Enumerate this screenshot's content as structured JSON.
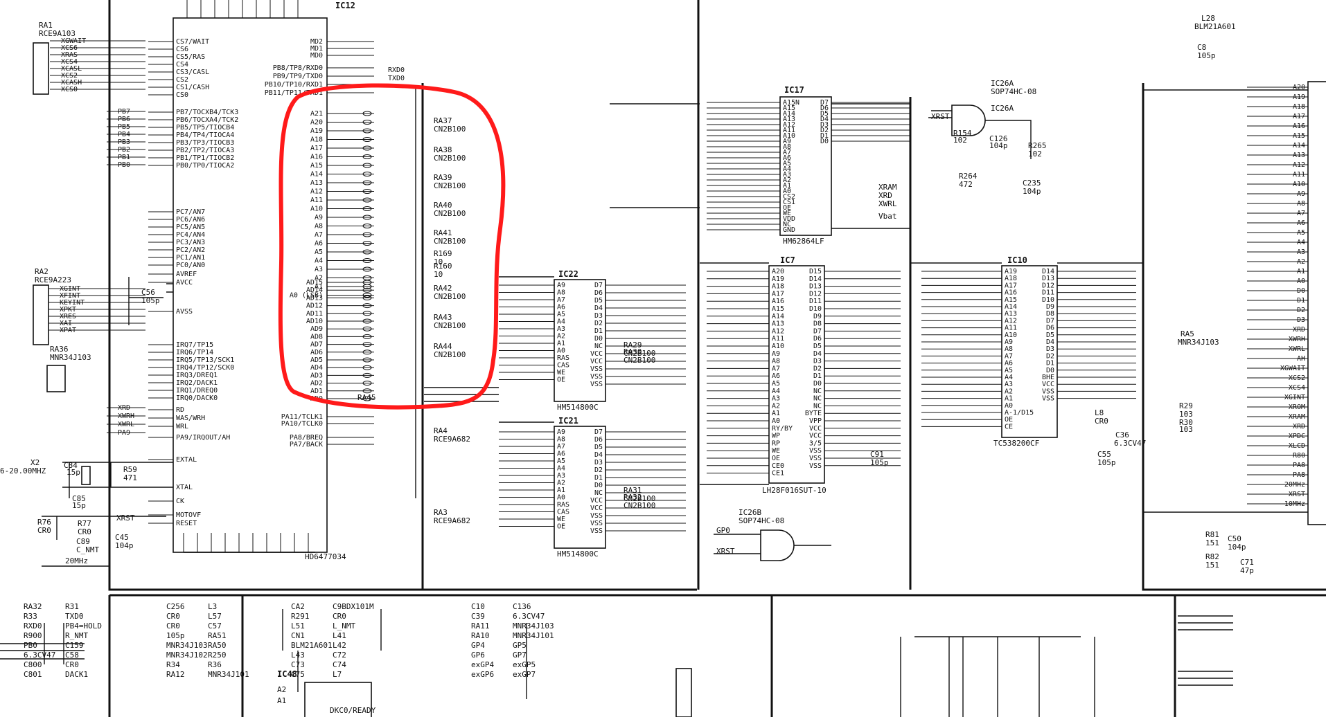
{
  "components": {
    "ic12": {
      "ref": "IC12",
      "part": "HD6477034",
      "left_pins": [
        "CS7/WAIT",
        "CS6",
        "CS5/RAS",
        "CS4",
        "CS3/CASL",
        "CS2",
        "CS1/CASH",
        "CS0",
        "PB7/TOCXB4/TCK3",
        "PB6/TOCXA4/TCK2",
        "PB5/TP5/TIOCB4",
        "PB4/TP4/TIOCA4",
        "PB3/TP3/TIOCB3",
        "PB2/TP2/TIOCA3",
        "PB1/TP1/TIOCB2",
        "PB0/TP0/TIOCA2",
        "PC7/AN7",
        "PC6/AN6",
        "PC5/AN5",
        "PC4/AN4",
        "PC3/AN3",
        "PC2/AN2",
        "PC1/AN1",
        "PC0/AN0",
        "AVREF",
        "AVCC",
        "AVSS",
        "IRQ7/TP15",
        "IRQ6/TP14",
        "IRQ5/TP13/SCK1",
        "IRQ4/TP12/SCK0",
        "IRQ3/DREQ1",
        "IRQ2/DACK1",
        "IRQ1/DREQ0",
        "IRQ0/DACK0",
        "RD",
        "WAS/WRH",
        "WRL",
        "PA9/IRQOUT/AH",
        "EXTAL",
        "XTAL",
        "CK",
        "MOTOVF",
        "RESET"
      ],
      "right_pins": [
        "MD2",
        "MD1",
        "MD0",
        "PB8/TP8/RXD0",
        "PB9/TP9/TXD0",
        "PB10/TP10/RXD1",
        "PB11/TP11/TXD1",
        "A21",
        "A20",
        "A19",
        "A18",
        "A17",
        "A16",
        "A15",
        "A14",
        "A13",
        "A12",
        "A11",
        "A10",
        "A9",
        "A8",
        "A7",
        "A6",
        "A5",
        "A4",
        "A3",
        "A2",
        "A1",
        "A0 (LSB)",
        "AD15",
        "AD14",
        "AD13",
        "AD12",
        "AD11",
        "AD10",
        "AD9",
        "AD8",
        "AD7",
        "AD6",
        "AD5",
        "AD4",
        "AD3",
        "AD2",
        "AD1",
        "AD0",
        "PA11/TCLK1",
        "PA10/TCLK0",
        "PA8/BREQ",
        "PA7/BACK"
      ]
    },
    "ic17": {
      "ref": "IC17",
      "part": "HM62864LF",
      "pins": [
        "A15N",
        "A15",
        "A14",
        "A13",
        "A12",
        "A11",
        "A10",
        "A9",
        "A8",
        "A7",
        "A6",
        "A5",
        "A4",
        "A3",
        "A2",
        "A1",
        "A0",
        "CS2",
        "CS1",
        "OE",
        "WE",
        "VDD",
        "NC",
        "GND"
      ],
      "data_pins": [
        "D7",
        "D6",
        "D5",
        "D4",
        "D3",
        "D2",
        "D1",
        "D0"
      ]
    },
    "ic22": {
      "ref": "IC22",
      "part": "HM514800C",
      "pins": [
        "A9",
        "A8",
        "A7",
        "A6",
        "A5",
        "A4",
        "A3",
        "A2",
        "A1",
        "A0",
        "RAS",
        "CAS",
        "WE",
        "OE"
      ],
      "data_pins": [
        "D7",
        "D6",
        "D5",
        "D4",
        "D3",
        "D2",
        "D1",
        "D0",
        "NC",
        "VCC",
        "VCC",
        "VSS",
        "VSS",
        "VSS"
      ]
    },
    "ic21": {
      "ref": "IC21",
      "part": "HM514800C"
    },
    "ic7": {
      "ref": "IC7",
      "part": "LH28F016SUT-10",
      "pins": [
        "A20",
        "A19",
        "A18",
        "A17",
        "A16",
        "A15",
        "A14",
        "A13",
        "A12",
        "A11",
        "A10",
        "A9",
        "A8",
        "A7",
        "A6",
        "A5",
        "A4",
        "A3",
        "A2",
        "A1",
        "A0",
        "RY/BY",
        "WP",
        "RP",
        "WE",
        "OE",
        "CE0",
        "CE1"
      ],
      "data_pins": [
        "D15",
        "D14",
        "D13",
        "D12",
        "D11",
        "D10",
        "D9",
        "D8",
        "D7",
        "D6",
        "D5",
        "D4",
        "D3",
        "D2",
        "D1",
        "D0",
        "NC",
        "NC",
        "NC",
        "BYTE",
        "VPP",
        "VCC",
        "VCC",
        "3/5",
        "VSS",
        "VSS",
        "VSS"
      ]
    },
    "ic10": {
      "ref": "IC10",
      "part": "TC538200CF",
      "pins": [
        "A19",
        "A18",
        "A17",
        "A16",
        "A15",
        "A14",
        "A13",
        "A12",
        "A11",
        "A10",
        "A9",
        "A8",
        "A7",
        "A6",
        "A5",
        "A4",
        "A3",
        "A2",
        "A1",
        "A0",
        "A-1/D15",
        "OE",
        "CE"
      ],
      "data_pins": [
        "D14",
        "D13",
        "D12",
        "D11",
        "D10",
        "D9",
        "D8",
        "D7",
        "D6",
        "D5",
        "D4",
        "D3",
        "D2",
        "D1",
        "D0",
        "BHE",
        "VCC",
        "VSS",
        "VSS"
      ]
    },
    "ic26a": {
      "ref": "IC26A",
      "part": "SOP74HC-08"
    },
    "ic26b": {
      "ref": "IC26B",
      "part": "SOP74HC-08"
    },
    "ic48": {
      "ref": "IC48",
      "pins": [
        "A2",
        "A1",
        "DKC0/READY"
      ]
    },
    "ra_networks": [
      {
        "ref": "RA37",
        "part": "CN2B100"
      },
      {
        "ref": "RA38",
        "part": "CN2B100"
      },
      {
        "ref": "RA39",
        "part": "CN2B100"
      },
      {
        "ref": "RA40",
        "part": "CN2B100"
      },
      {
        "ref": "RA41",
        "part": "CN2B100"
      },
      {
        "ref": "R169",
        "part": "10"
      },
      {
        "ref": "R160",
        "part": "10"
      },
      {
        "ref": "RA42",
        "part": "CN2B100"
      },
      {
        "ref": "RA43",
        "part": "CN2B100"
      },
      {
        "ref": "RA44",
        "part": "CN2B100"
      },
      {
        "ref": "RA45",
        "part": ""
      },
      {
        "ref": "RA4",
        "part": "RCE9A682"
      },
      {
        "ref": "RA3",
        "part": "RCE9A682"
      },
      {
        "ref": "RA29",
        "part": "CN2B100"
      },
      {
        "ref": "RA30",
        "part": "CN2B100"
      },
      {
        "ref": "RA31",
        "part": "CN2B100"
      },
      {
        "ref": "RA32",
        "part": "CN2B100"
      }
    ],
    "left_parts": {
      "ra1": "RA1",
      "ra1_val": "RCE9A103",
      "ra2": "RA2",
      "ra2_val": "RCE9A223",
      "ra36": "RA36",
      "ra36_val": "MNR34J103",
      "x2": "X2",
      "x2_freq": "6-20.00MHZ",
      "c84": "C84",
      "c84_val": "15p",
      "c85": "C85",
      "c85_val": "15p",
      "r59": "R59",
      "r59_val": "471",
      "r76": "R76",
      "r76_val": "CR0",
      "r77": "R77",
      "r77_val": "CR0",
      "c89": "C89",
      "c89_val": "C_NMT",
      "c45": "C45",
      "c45_val": "104p",
      "c56": "C56",
      "c56_val": "105p",
      "xrst": "XRST",
      "clk20": "20MHz"
    }
  },
  "signals": {
    "cs_bank": [
      "XGWAIT",
      "XCS6",
      "XRAS",
      "XCS4",
      "XCASL",
      "XCS2",
      "XCASH",
      "XCS0"
    ],
    "int_bank": [
      "XGINT",
      "XFINT",
      "KEYINT",
      "XPKT",
      "XRES",
      "XAI",
      "XPAT"
    ],
    "ctl_bank": [
      "XRD",
      "XWRH",
      "XWRL",
      "PA9"
    ],
    "serial": [
      "RXD0",
      "TXD0"
    ],
    "pb_bank": [
      "PB7",
      "PB6",
      "PB5",
      "PB4",
      "PB3",
      "PB2",
      "PB1",
      "PB0"
    ],
    "right_nets": [
      "XRST",
      "XRAM",
      "XRD",
      "XWRL",
      "Vbat",
      "GP0",
      "XRST"
    ]
  },
  "lower_section": {
    "labels": [
      "RA32",
      "R31",
      "R33",
      "TXD0",
      "RXD0",
      "PB4=HOLD",
      "R900",
      "R_NMT",
      "PB0",
      "C159",
      "6.3CV47",
      "C58",
      "C800",
      "CR0",
      "C801",
      "DACK1",
      "C256",
      "L3",
      "CR0",
      "L57",
      "CR0",
      "C57",
      "105p",
      "RA51",
      "MNR34J103",
      "RA50",
      "MNR34J102",
      "R250",
      "R34",
      "R36",
      "RA12",
      "MNR34J101",
      "CA2",
      "C9BDX101M",
      "R291",
      "CR0",
      "L51",
      "L_NMT",
      "CN1",
      "L41",
      "BLM21A601",
      "L42",
      "L43",
      "C72",
      "C73",
      "C74",
      "C75",
      "L7",
      "C10",
      "C136",
      "C39",
      "6.3CV47",
      "RA11",
      "MNR34J103",
      "RA10",
      "MNR34J101",
      "GP4",
      "GP5",
      "GP6",
      "GP7",
      "exGP4",
      "exGP5",
      "exGP6",
      "exGP7"
    ]
  },
  "right_edge": {
    "pins": [
      "A20",
      "A19",
      "A18",
      "A17",
      "A16",
      "A15",
      "A14",
      "A13",
      "A12",
      "A11",
      "A10",
      "A9",
      "A8",
      "A7",
      "A6",
      "A5",
      "A4",
      "A3",
      "A2",
      "A1",
      "A0",
      "D0",
      "D1",
      "D2",
      "D3",
      "XRD",
      "XWRH",
      "XWRL",
      "AH",
      "XGWAIT",
      "XCS2",
      "XCS4",
      "XGINT",
      "XROM",
      "XRAM",
      "XRD",
      "XPDC",
      "XLCD",
      "R80",
      "PA8",
      "PA8",
      "20MHz",
      "XRST",
      "10MHz"
    ],
    "labels": [
      "L28",
      "BLM21A601",
      "C8",
      "105p",
      "IC26A",
      "R154",
      "102",
      "C126",
      "104p",
      "R264",
      "472",
      "C235",
      "104p",
      "R265",
      "102",
      "RA5",
      "MNR34J103",
      "R29",
      "103",
      "R30",
      "103",
      "R81",
      "151",
      "R82",
      "151",
      "C71",
      "47p",
      "C50",
      "104p",
      "C36",
      "6.3CV47",
      "C91",
      "105p",
      "L8",
      "CR0",
      "C55",
      "105p"
    ]
  },
  "highlight": {
    "color": "#ff1a1a"
  }
}
